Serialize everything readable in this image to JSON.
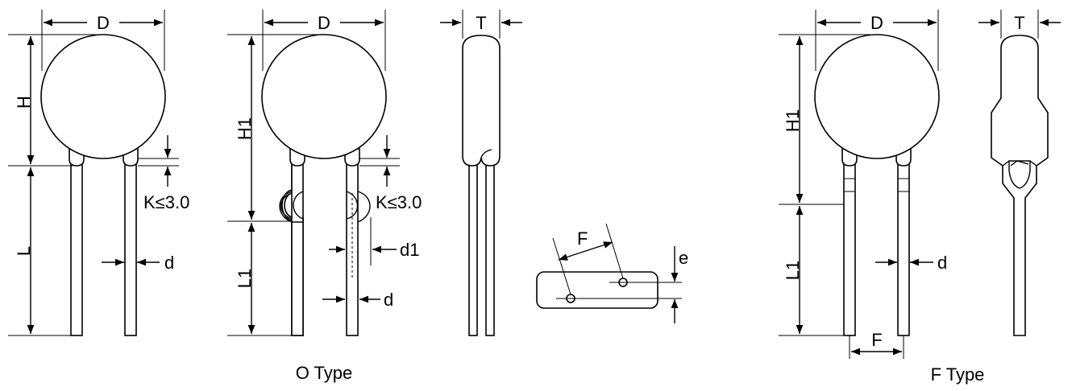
{
  "labels": {
    "d_diameter": "D",
    "h_height": "H",
    "l_length": "L",
    "k_limit": "K≤3.0",
    "lead_d": "d",
    "h1_height": "H1",
    "l1_length": "L1",
    "lead_d1": "d1",
    "thickness": "T",
    "pitch_f": "F",
    "offset_e": "e"
  },
  "captions": {
    "o_type": "O Type",
    "f_type": "F Type"
  }
}
